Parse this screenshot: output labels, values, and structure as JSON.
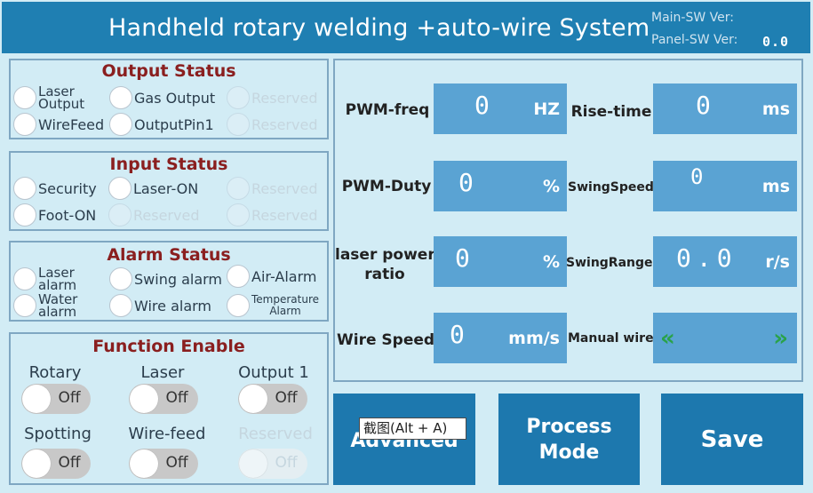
{
  "header": {
    "title": "Handheld rotary welding +auto-wire System",
    "main_sw_label": "Main-SW Ver:",
    "main_sw_value": "",
    "panel_sw_label": "Panel-SW Ver:",
    "panel_sw_value": "0.0"
  },
  "output_status": {
    "title": "Output Status",
    "items": [
      {
        "label": "Laser\nOutput",
        "enabled": true
      },
      {
        "label": "Gas Output",
        "enabled": true
      },
      {
        "label": "Reserved",
        "enabled": false
      },
      {
        "label": "WireFeed",
        "enabled": true
      },
      {
        "label": "OutputPin1",
        "enabled": true
      },
      {
        "label": "Reserved",
        "enabled": false
      }
    ]
  },
  "input_status": {
    "title": "Input Status",
    "items": [
      {
        "label": "Security",
        "enabled": true
      },
      {
        "label": "Laser-ON",
        "enabled": true
      },
      {
        "label": "Reserved",
        "enabled": false
      },
      {
        "label": "Foot-ON",
        "enabled": true
      },
      {
        "label": "Reserved",
        "enabled": false
      },
      {
        "label": "Reserved",
        "enabled": false
      }
    ]
  },
  "alarm_status": {
    "title": "Alarm Status",
    "items": [
      {
        "label": "Laser\nalarm",
        "enabled": true
      },
      {
        "label": "Swing alarm",
        "enabled": true
      },
      {
        "label": "Air-Alarm",
        "enabled": true
      },
      {
        "label": "Water\nalarm",
        "enabled": true
      },
      {
        "label": "Wire alarm",
        "enabled": true
      },
      {
        "label": "Temperature\nAlarm",
        "enabled": true
      }
    ]
  },
  "function_enable": {
    "title": "Function Enable",
    "items": [
      {
        "label": "Rotary",
        "state": "Off",
        "enabled": true
      },
      {
        "label": "Laser",
        "state": "Off",
        "enabled": true
      },
      {
        "label": "Output 1",
        "state": "Off",
        "enabled": true
      },
      {
        "label": "Spotting",
        "state": "Off",
        "enabled": true
      },
      {
        "label": "Wire-feed",
        "state": "Off",
        "enabled": true
      },
      {
        "label": "Reserved",
        "state": "Off",
        "enabled": false
      }
    ]
  },
  "params": {
    "pwm_freq": {
      "label": "PWM-freq",
      "value": "0",
      "unit": "HZ"
    },
    "rise_time": {
      "label": "Rise-time",
      "value": "0",
      "unit": "ms"
    },
    "pwm_duty": {
      "label": "PWM-Duty",
      "value": "0",
      "unit": "%"
    },
    "swing_speed": {
      "label": "SwingSpeed",
      "value": "0",
      "unit": "ms"
    },
    "laser_power_ratio": {
      "label": "laser power\nratio",
      "value": "0",
      "unit": "%"
    },
    "swing_range": {
      "label": "SwingRange",
      "value": "0.0",
      "unit": "r/s"
    },
    "wire_speed": {
      "label": "Wire Speed",
      "value": "0",
      "unit": "mm/s"
    },
    "manual_wire": {
      "label": "Manual wire",
      "left_icon": "chevron-double-left-icon",
      "right_icon": "chevron-double-right-icon"
    }
  },
  "buttons": {
    "advanced": "Advanced",
    "process_mode": "Process\nMode",
    "save": "Save"
  },
  "tooltip": "截图(Alt + A)",
  "colors": {
    "header": "#1f7fb2",
    "background": "#d2ecf5",
    "value_box": "#5aa3d3",
    "button": "#1d78ae",
    "panel_title": "#8a1f1f",
    "arrow": "#2aa24a"
  }
}
